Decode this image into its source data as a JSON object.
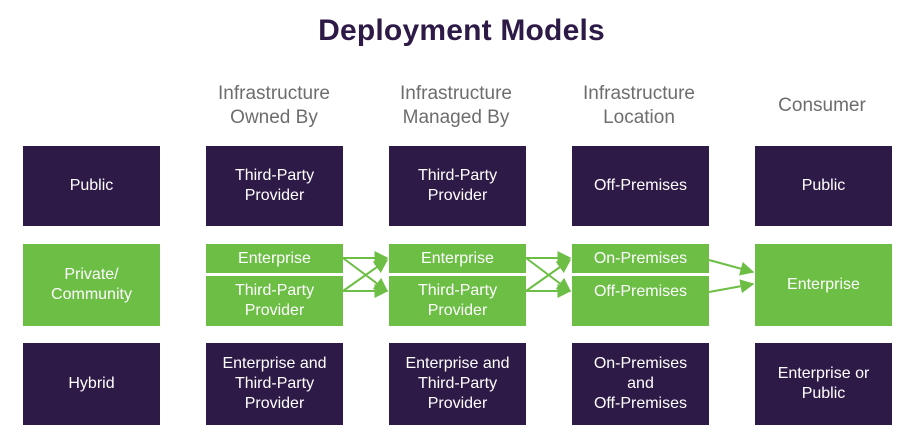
{
  "title": "Deployment Models",
  "columns": [
    "Infrastructure\nOwned By",
    "Infrastructure\nManaged By",
    "Infrastructure\nLocation",
    "Consumer"
  ],
  "rows": {
    "public": {
      "label": "Public",
      "owned_by": "Third-Party\nProvider",
      "managed_by": "Third-Party\nProvider",
      "location": "Off-Premises",
      "consumer": "Public"
    },
    "private": {
      "label": "Private/\nCommunity",
      "owned_by_top": "Enterprise",
      "owned_by_bottom": "Third-Party\nProvider",
      "managed_by_top": "Enterprise",
      "managed_by_bottom": "Third-Party\nProvider",
      "location_top": "On-Premises",
      "location_bottom": "Off-Premises",
      "consumer": "Enterprise"
    },
    "hybrid": {
      "label": "Hybrid",
      "owned_by": "Enterprise and\nThird-Party\nProvider",
      "managed_by": "Enterprise and\nThird-Party\nProvider",
      "location": "On-Premises\nand\nOff-Premises",
      "consumer": "Enterprise or\nPublic"
    }
  },
  "colors": {
    "dark": "#2e1a47",
    "green": "#6cbe45",
    "header_text": "#6d6d6d"
  }
}
